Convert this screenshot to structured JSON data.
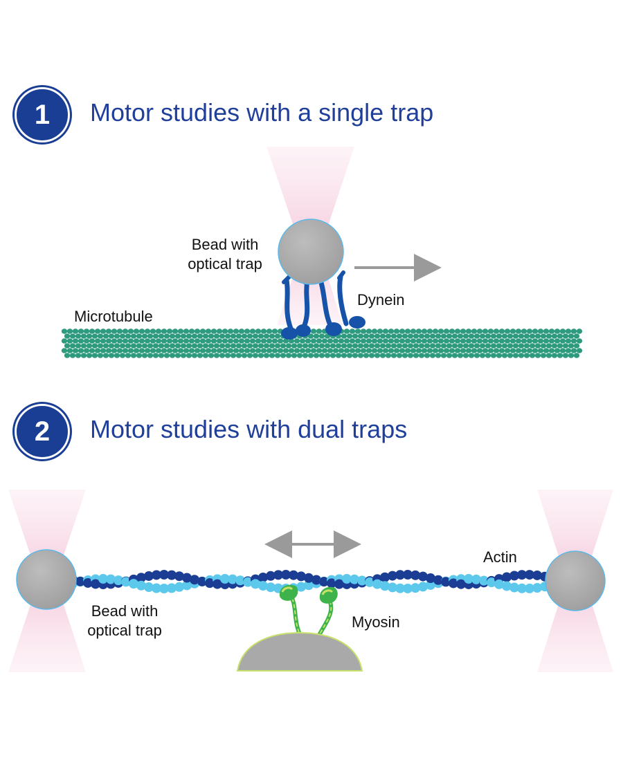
{
  "sections": [
    {
      "number": "1",
      "title": "Motor studies with a single trap"
    },
    {
      "number": "2",
      "title": "Motor studies with dual traps"
    }
  ],
  "panel1": {
    "bead_label_line1": "Bead with",
    "bead_label_line2": "optical trap",
    "motor_label": "Dynein",
    "filament_label": "Microtubule",
    "motion": "right"
  },
  "panel2": {
    "bead_label_line1": "Bead with",
    "bead_label_line2": "optical trap",
    "motor_label": "Myosin",
    "filament_label": "Actin",
    "motion": "bidirectional"
  },
  "colors": {
    "title": "#1f3f9a",
    "badge": "#1a3e94",
    "bead": "#a9a9a9",
    "bead_outline": "#59b9ea",
    "laser": "#f7d9e6",
    "arrow": "#9a9a9a",
    "dynein": "#1552a8",
    "microtubule_light": "#8fd68a",
    "microtubule_dark": "#2e9a7e",
    "actin_dark": "#1b3d93",
    "actin_light": "#5cc8ec",
    "myosin": "#3fb34b"
  }
}
